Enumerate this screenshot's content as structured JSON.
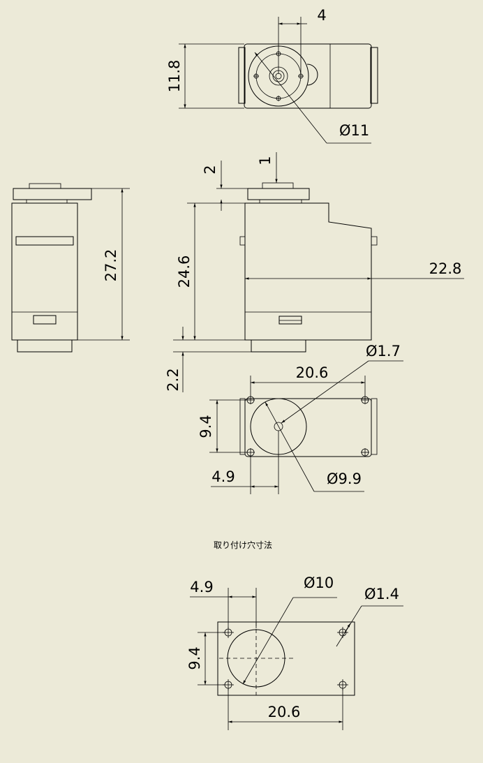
{
  "top_view": {
    "dim_width": "4",
    "dim_height": "11.8",
    "dim_diameter": "Ø11"
  },
  "side_view": {
    "dim_height": "27.2"
  },
  "front_view": {
    "dim_horn": "2",
    "dim_shaft": "1",
    "dim_body_height": "24.6",
    "dim_length": "22.8",
    "dim_base": "2.2"
  },
  "bottom_view": {
    "dim_hole": "Ø1.7",
    "dim_pitch_x": "20.6",
    "dim_pitch_y": "9.4",
    "dim_offset": "4.9",
    "dim_circle": "Ø9.9"
  },
  "mount": {
    "title": "取り付け穴寸法",
    "dim_offset": "4.9",
    "dim_circle": "Ø10",
    "dim_hole": "Ø1.4",
    "dim_pitch_y": "9.4",
    "dim_pitch_x": "20.6"
  }
}
